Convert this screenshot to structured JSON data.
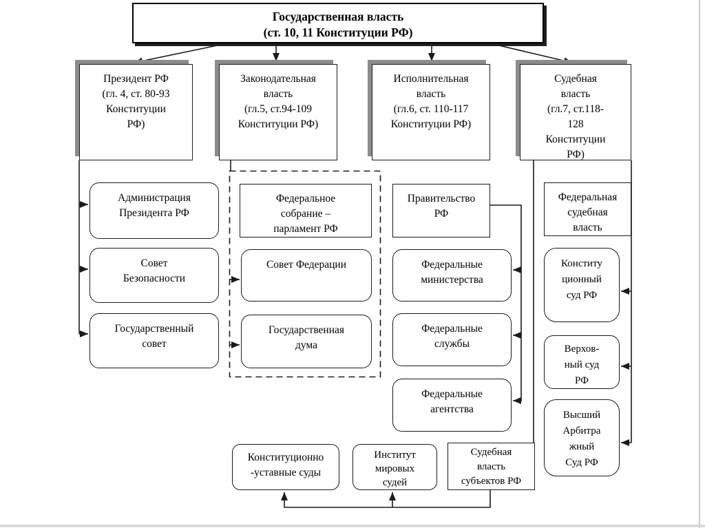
{
  "title": {
    "text": "Государственная власть\n(ст. 10, 11 Конституции РФ)"
  },
  "president": {
    "header": "Президент РФ\n(гл. 4, ст. 80-93\nКонституции\nРФ)",
    "administration": "Администрация\nПрезидента РФ",
    "security_council": "Совет\nБезопасности",
    "state_council": "Государственный\nсовет"
  },
  "legislative": {
    "header": "Законодательная\nвласть\n(гл.5, ст.94-109\nКонституции РФ)",
    "federal_assembly": "Федеральное\nсобрание –\nпарламент РФ",
    "federation_council": "Совет Федерации",
    "state_duma": "Государственная\nдума"
  },
  "executive": {
    "header": "Исполнительная\nвласть\n(гл.6, ст. 110-117\nКонституции РФ)",
    "government": "Правительство\nРФ",
    "federal_ministries": "Федеральные\nминистерства",
    "federal_services": "Федеральные\nслужбы",
    "federal_agencies": "Федеральные\nагентства"
  },
  "judicial": {
    "header": "Судебная\nвласть\n(гл.7, ст.118-\n128\nКонституции\nРФ)",
    "federal_judicial_power": "Федеральная\nсудебная\nвласть",
    "constitutional_court": "Конститу\nционный\nсуд РФ",
    "supreme_court": "Верхов-\nный суд\nРФ",
    "arbitration_court": "Высший\nАрбитра\nжный\nСуд РФ"
  },
  "regional_judicial": {
    "constitutional_charter_courts": "Конституционно\n-уставные суды",
    "justices_of_the_peace": "Институт\nмировых\nсудей",
    "subjects_judicial_power": "Судебная\nвласть\nсубъектов РФ"
  },
  "colors": {
    "line": "#1a1a1a",
    "header_shadow": "#8c8c8c",
    "background": "#ffffff",
    "slide_edge": "#c9c9c9"
  }
}
